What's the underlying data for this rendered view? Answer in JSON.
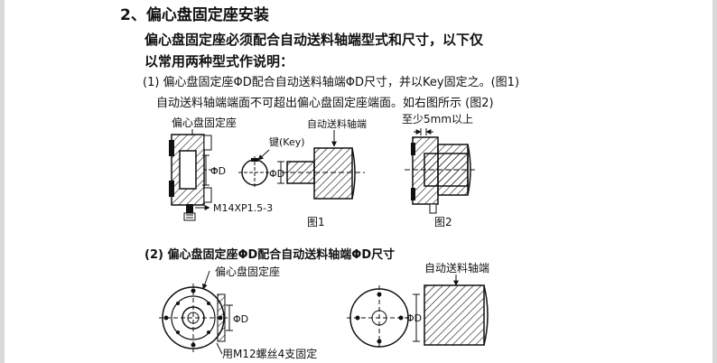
{
  "heading": "2、偏心盘固定座安装",
  "intro_line1": "偏心盘固定座必须配合自动送料轴端型式和尺寸，以下仅",
  "intro_line2": "以常用两种型式作说明：",
  "section1": {
    "line1": "(1) 偏心盘固定座ΦD配合自动送料轴端ΦD尺寸，并以Key固定之。(图1)",
    "line2": "自动送料轴端端面不可超出偏心盘固定座端面。如右图所示 (图2)"
  },
  "figure1": {
    "label_plate": "偏心盘固定座",
    "label_key": "键(Key)",
    "label_shaft": "自动送料轴端",
    "label_dia": "ΦD",
    "label_dia_shaft": "ΦD",
    "label_screw": "M14XP1.5-3",
    "caption": "图1"
  },
  "figure2": {
    "label_gap": "至少5mm以上",
    "caption": "图2"
  },
  "section2": {
    "title": "(2) 偏心盘固定座ΦD配合自动送料轴端ΦD尺寸",
    "label_plate": "偏心盘固定座",
    "label_shaft": "自动送料轴端",
    "label_dia": "ΦD",
    "label_dia_right": "ΦD",
    "label_screws": "用M12螺丝4支固定"
  }
}
